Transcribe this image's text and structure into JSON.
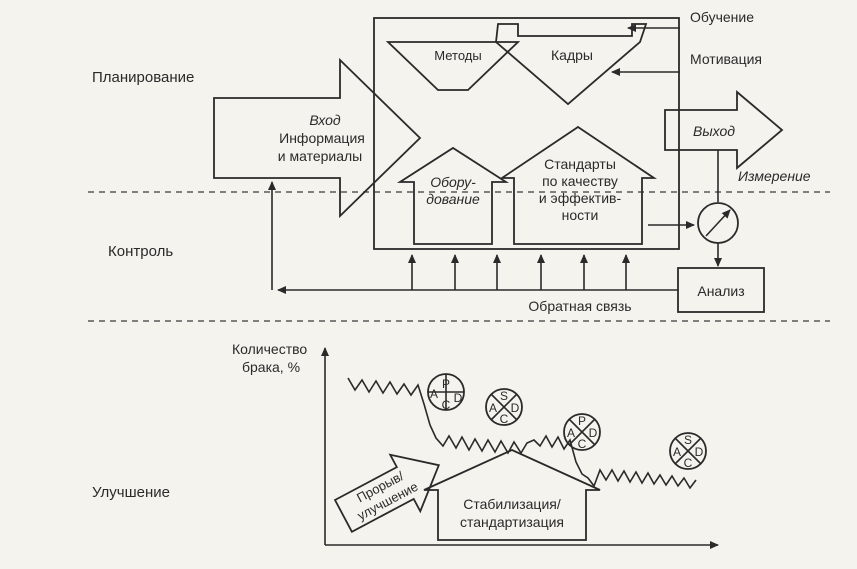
{
  "sections": {
    "planning": "Планирование",
    "control": "Контроль",
    "improvement": "Улучшение"
  },
  "inputs_right": {
    "training": "Обучение",
    "motivation": "Мотивация",
    "measurement": "Измерение"
  },
  "process": {
    "methods": "Методы",
    "staff": "Кадры",
    "input_title": "Вход",
    "input_line2": "Информация",
    "input_line3": "и материалы",
    "output": "Выход",
    "equipment_line1": "Обору-",
    "equipment_line2": "дование",
    "standards_line1": "Стандарты",
    "standards_line2": "по качеству",
    "standards_line3": "и эффектив-",
    "standards_line4": "ности",
    "analysis": "Анализ",
    "feedback": "Обратная связь"
  },
  "improvement_chart": {
    "ylabel_line1": "Количество",
    "ylabel_line2": "брака, %",
    "breakthrough_line1": "Прорыв/",
    "breakthrough_line2": "улучшение",
    "stabilization_line1": "Стабилизация/",
    "stabilization_line2": "стандартизация",
    "pdca": {
      "p": "P",
      "d": "D",
      "c": "C",
      "a": "A"
    },
    "sdca": {
      "s": "S",
      "d": "D",
      "c": "C",
      "a": "A"
    }
  }
}
